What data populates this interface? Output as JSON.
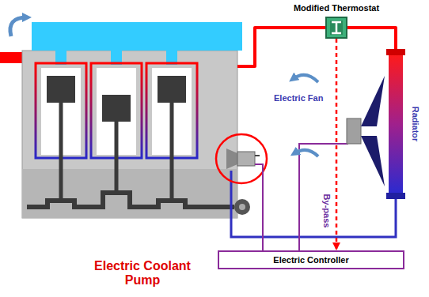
{
  "diagram": {
    "nodes": [
      {
        "text": [
          "Modified Thermostat"
        ]
      },
      {
        "text": [
          "Radiator"
        ]
      },
      {
        "text": [
          "Electric Controller"
        ]
      }
    ],
    "edges": [
      {
        "from": 0,
        "to": 1,
        "arrow": "none"
      },
      {
        "from": 0,
        "to": 2,
        "label": "By-pass",
        "arrow": "to"
      }
    ],
    "labels": [
      "Electric Fan",
      "Electric Coolant Pump"
    ]
  }
}
